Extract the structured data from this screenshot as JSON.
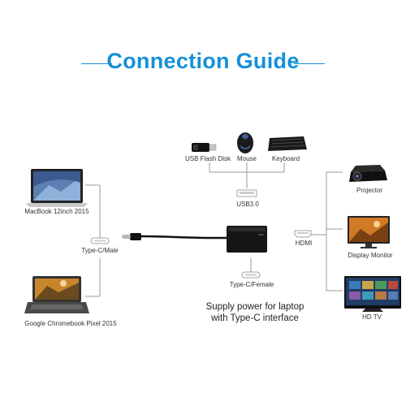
{
  "title": "Connection Guide",
  "devices": {
    "usb_flash_disk": "USB Flash Disk",
    "mouse": "Mouse",
    "keyboard": "Keyboard",
    "usb3": "USB3.0",
    "macbook": "MacBook 12inch 2015",
    "chromebook": "Google Chromebook Pixel 2015",
    "type_c_male": "Type-C/Male",
    "hdmi": "HDMI",
    "projector": "Projector",
    "display_monitor": "Display Monitor",
    "hd_tv": "HD TV",
    "type_c_female": "Type-C/Female"
  },
  "supply_note": {
    "line1": "Supply power for laptop",
    "line2": "with Type-C interface"
  },
  "colors": {
    "title": "#1590d8",
    "lines": "#9a9a9a",
    "adapter": "#1a1a1a"
  }
}
